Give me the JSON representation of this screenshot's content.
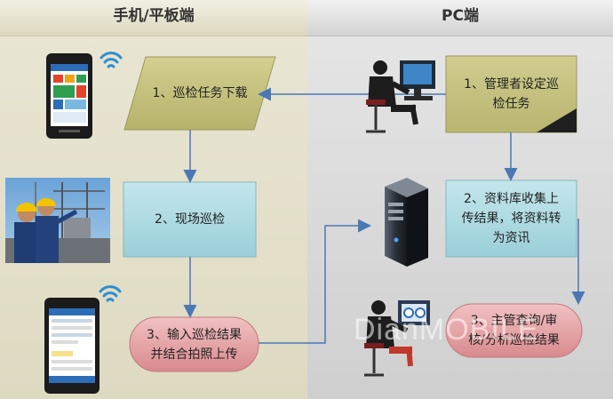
{
  "lanes": {
    "left": "手机/平板端",
    "right": "PC端"
  },
  "steps": {
    "download": "1、巡检任务下载",
    "inspect": "2、现场巡检",
    "input_line1": "3、输入巡检结果",
    "input_line2": "并结合拍照上传",
    "set_task_line1": "1、管理者设定巡",
    "set_task_line2": "检任务",
    "collect_line1": "2、资料库收集上",
    "collect_line2": "传结果，将资料转",
    "collect_line3": "为资讯",
    "review_line1": "3、主管查询/审",
    "review_line2": "核/分析巡检结果"
  },
  "watermark": "DianMOBILE",
  "colors": {
    "parallelogram": "#c4c17e",
    "process": "#aed9e0",
    "terminator": "#e6a6a8",
    "arrow": "#4a78b5"
  }
}
